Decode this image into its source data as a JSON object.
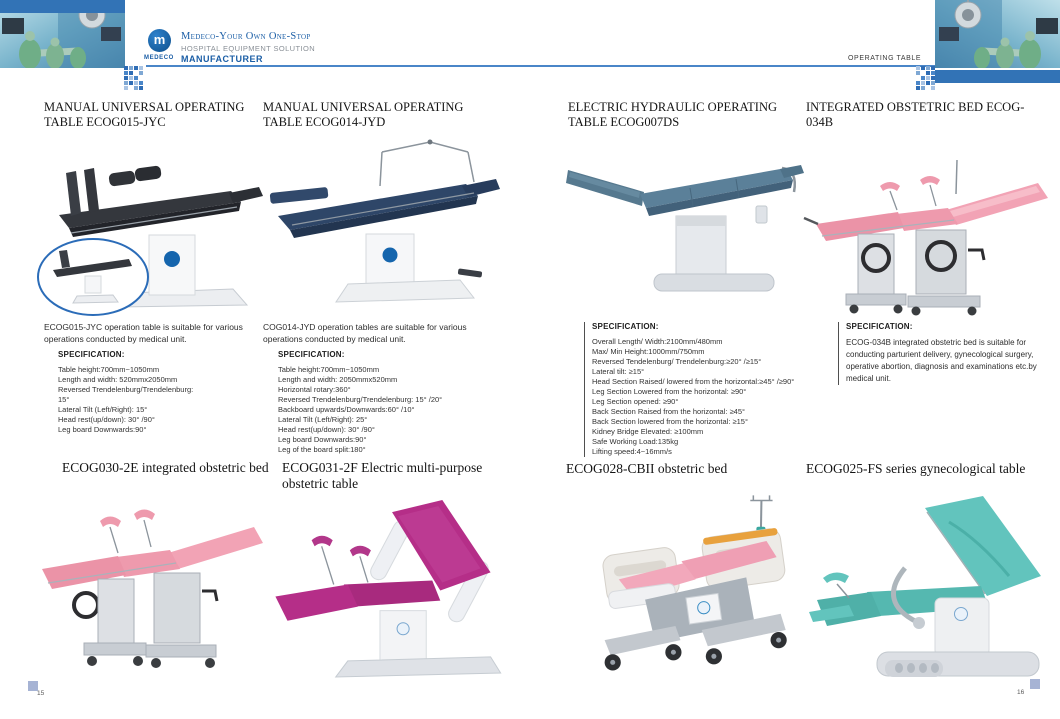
{
  "brand": {
    "logo_mark": "m",
    "logo_text": "MEDECO",
    "tagline_line1": "Medeco-Your Own One-Stop",
    "tagline_line2": "HOSPITAL EQUIPMENT SOLUTION",
    "tagline_line3": "MANUFACTURER",
    "brand_blue": "#1b5ea6",
    "rule_blue": "#4a86c8"
  },
  "page": {
    "section_label": "OPERATING TABLE",
    "left_page_number": "15",
    "right_page_number": "16"
  },
  "top_products": [
    {
      "title": "MANUAL UNIVERSAL OPERATING TABLE ECOG015-JYC",
      "description": "ECOG015-JYC operation table is suitable for various operations conducted by medical unit.",
      "spec_heading": "SPECIFICATION:",
      "spec_lines": [
        "Table height:700mm~1050mm",
        "Length and width: 520mmx2050mm",
        "Reversed Trendelenburg/Trendelenburg:",
        "15°",
        "Lateral Tilt (Left/Right): 15°",
        "Head rest(up/down): 30° /90°",
        "Leg board Downwards:90°"
      ]
    },
    {
      "title": "MANUAL UNIVERSAL OPERATING TABLE ECOG014-JYD",
      "description": "COG014-JYD operation tables are suitable for various operations conducted by medical unit.",
      "spec_heading": "SPECIFICATION:",
      "spec_lines": [
        "Table height:700mm~1050mm",
        "Length and width: 2050mmx520mm",
        "Horizontal rotary:360°",
        "Reversed Trendelenburg/Trendelenburg: 15° /20°",
        "Backboard upwards/Downwards:60° /10°",
        "Lateral Tilt (Left/Right): 25°",
        "Head rest(up/down): 30° /90°",
        "Leg board Downwards:90°",
        "Leg of the board split:180°"
      ]
    },
    {
      "title": "ELECTRIC HYDRAULIC OPERATING TABLE ECOG007DS",
      "spec_heading": "SPECIFICATION:",
      "spec_lines": [
        "Overall Length/ Width:2100mm/480mm",
        "Max/ Min Height:1000mm/750mm",
        "Reversed Tendelenburg/ Trendelenburg:≥20° /≥15°",
        "Lateral tilt: ≥15°",
        "Head Section Raised/ lowered from the horizontal:≥45° /≥90°",
        "Leg Section Lowered from the horizontal: ≥90°",
        "Leg Section opened: ≥90°",
        "Back Section Raised from the horizontal: ≥45°",
        "Back Section lowered from the horizontal: ≥15°",
        "Kidney Bridge Elevated: ≥100mm",
        "Safe Working Load:135kg",
        "Lifting speed:4~16mm/s"
      ]
    },
    {
      "title": "INTEGRATED OBSTETRIC BED ECOG-034B",
      "spec_heading": "SPECIFICATION:",
      "spec_text": "ECOG-034B integrated obstetric bed is suitable for conducting parturient delivery, gynecological surgery, operative abortion, diagnosis and examinations etc.by medical unit."
    }
  ],
  "bottom_products": [
    {
      "title": "ECOG030-2E integrated obstetric bed"
    },
    {
      "title": "ECOG031-2F Electric multi-purpose obstetric table"
    },
    {
      "title": "ECOG028-CBII obstetric bed"
    },
    {
      "title": "ECOG025-FS series gynecological table"
    }
  ]
}
